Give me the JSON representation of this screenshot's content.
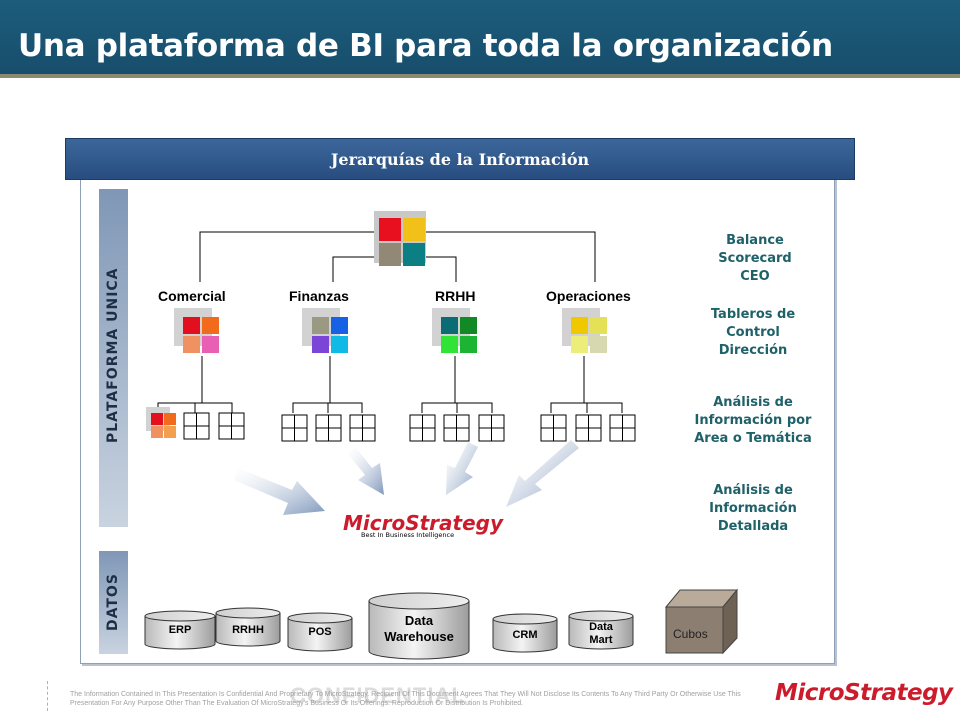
{
  "slide": {
    "title": "Una plataforma de BI para toda la organización"
  },
  "header": {
    "label": "Jerarquías de la Información"
  },
  "bands": {
    "platform": "PLATAFORMA UNICA",
    "data": "DATOS"
  },
  "categories": [
    "Comercial",
    "Finanzas",
    "RRHH",
    "Operaciones"
  ],
  "side_labels": {
    "level1": [
      "Balance",
      "Scorecard",
      "CEO"
    ],
    "level2": [
      "Tableros de",
      "Control",
      "Dirección"
    ],
    "level3": [
      "Análisis de",
      "Información por",
      "Area o Temática"
    ],
    "level4": [
      "Análisis de",
      "Información",
      "Detallada"
    ]
  },
  "logo": {
    "name": "MicroStrategy",
    "tagline": "Best In Business Intelligence"
  },
  "data_sources": {
    "erp": "ERP",
    "rrhh": "RRHH",
    "pos": "POS",
    "dw_line1": "Data",
    "dw_line2": "Warehouse",
    "crm": "CRM",
    "mart_line1": "Data",
    "mart_line2": "Mart",
    "cubos": "Cubos"
  },
  "footer": {
    "disclaimer": "The Information Contained In This Presentation Is Confidential And Proprietary To MicroStrategy. Recipient Of This Document Agrees That They Will Not Disclose Its Contents To Any Third Party Or Otherwise Use This Presentation For Any Purpose Other Than The Evaluation Of MicroStrategy's Business Or Its Offerings. Reproduction Or Distribution Is Prohibited.",
    "confidential": "CONFIDENTIAL",
    "logo": "MicroStrategy"
  },
  "colors": {
    "title_bar": "#1a5878",
    "header_band": "#2f5a8d",
    "side_label": "#1f6169",
    "logo_red": "#cc1c2c"
  }
}
